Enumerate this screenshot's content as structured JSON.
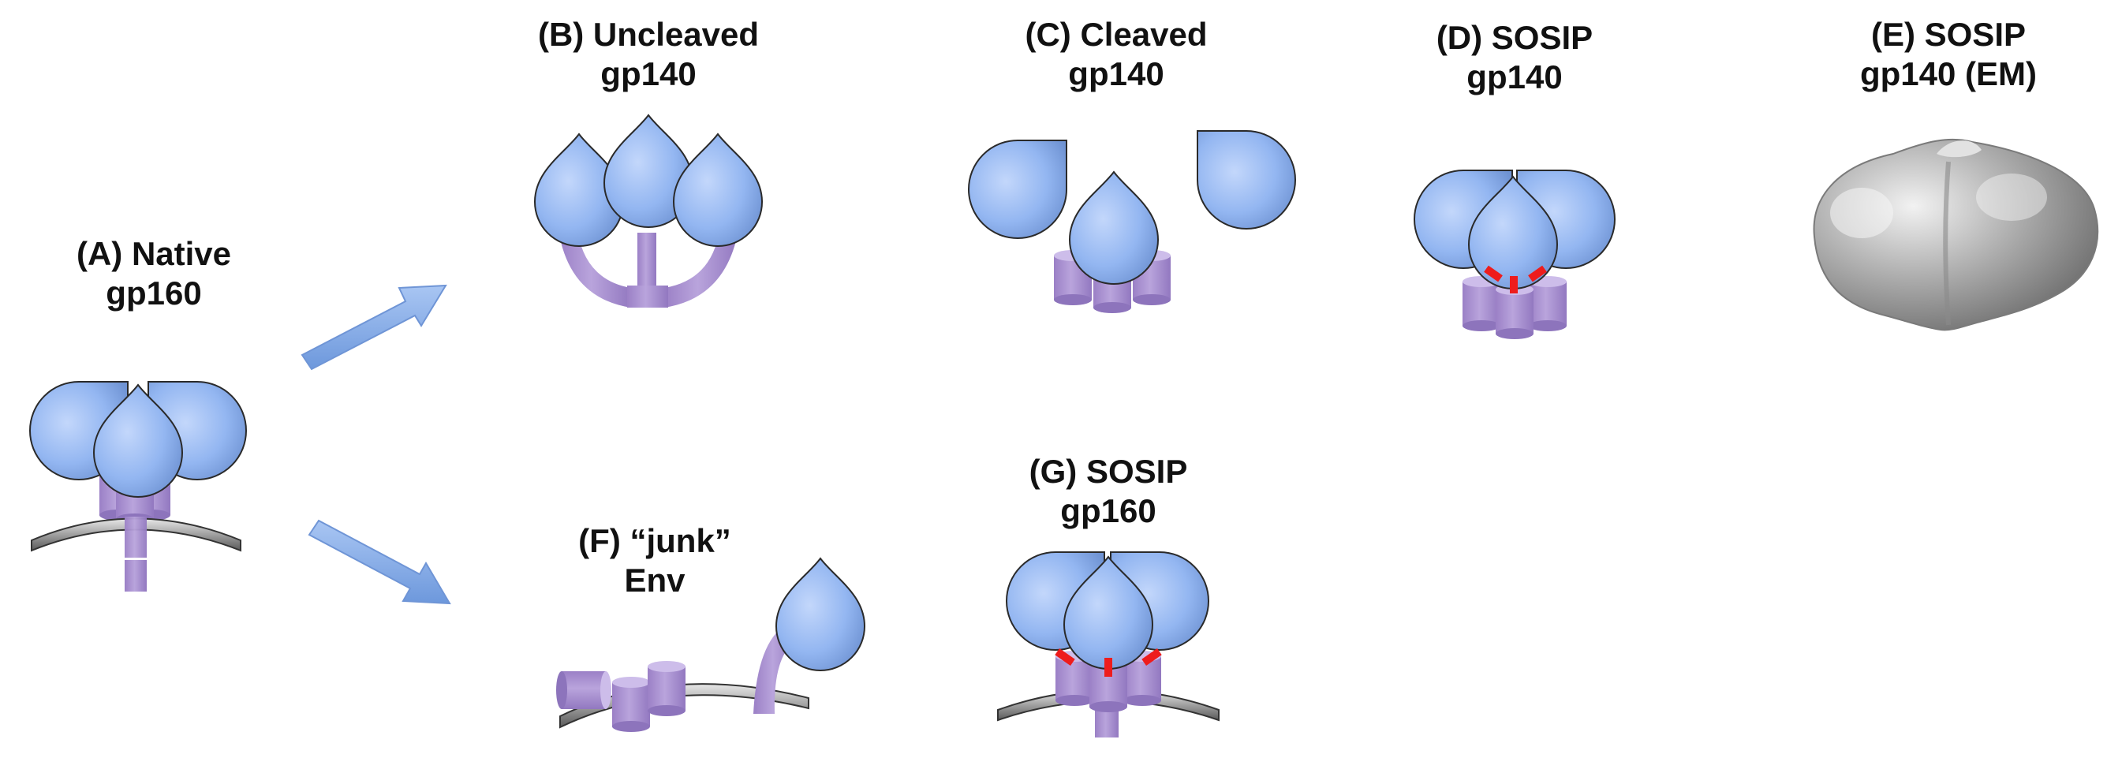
{
  "colors": {
    "gp120_fill": "#8fb4f0",
    "gp41_fill": "#a78fcf",
    "disulfide": "#ee1c1c",
    "membrane": "#9a9a9a",
    "arrow": "#7aa6e6",
    "em_density": "#a4a4a4"
  },
  "panels": {
    "A": {
      "line1": "(A) Native",
      "line2": "gp160"
    },
    "B": {
      "line1": "(B) Uncleaved",
      "line2": "gp140"
    },
    "C": {
      "line1": "(C) Cleaved",
      "line2": "gp140"
    },
    "D": {
      "line1": "(D) SOSIP",
      "line2": "gp140"
    },
    "E": {
      "line1": "(E) SOSIP",
      "line2": "gp140 (EM)"
    },
    "F": {
      "line1": "(F) “junk”",
      "line2": "Env"
    },
    "G": {
      "line1": "(G) SOSIP",
      "line2": "gp160"
    }
  },
  "icons": [
    "arrow-icon",
    "gp120-subunit-icon",
    "gp41-subunit-icon",
    "membrane-icon",
    "disulfide-bond-icon",
    "em-density-map-icon"
  ]
}
